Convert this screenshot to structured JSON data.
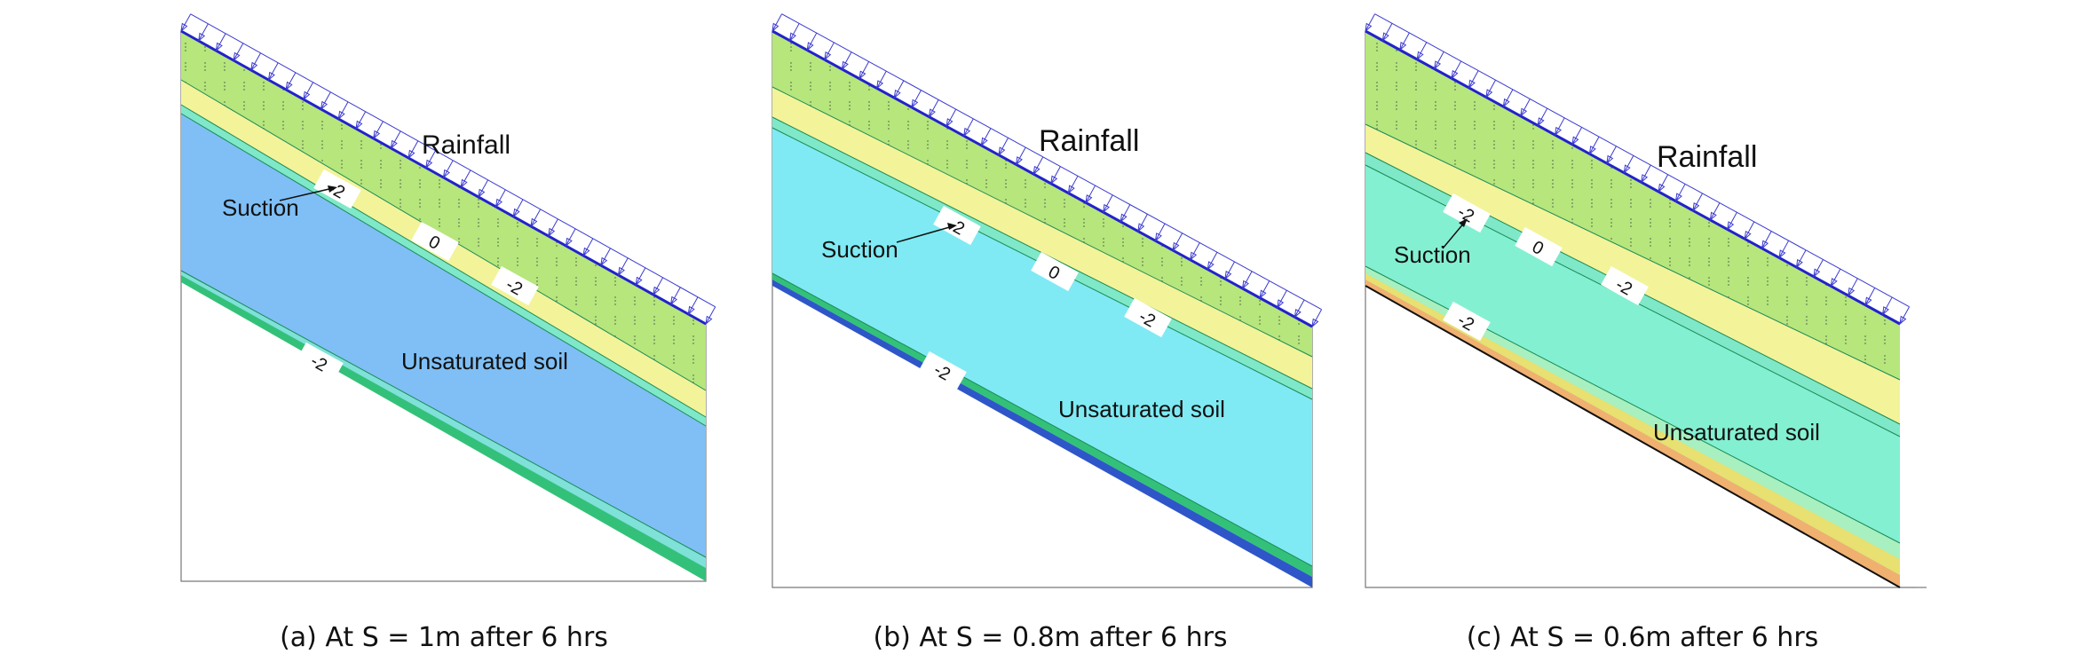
{
  "panels": [
    {
      "id": "a",
      "caption": "(a) At S = 1m after 6 hrs",
      "labels": {
        "rainfall": "Rainfall",
        "suction": "Suction",
        "unsaturated_soil": "Unsaturated soil"
      },
      "contour_labels": [
        "-2",
        "0",
        "-2",
        "-2"
      ]
    },
    {
      "id": "b",
      "caption": "(b) At S = 0.8m after 6 hrs",
      "labels": {
        "rainfall": "Rainfall",
        "suction": "Suction",
        "unsaturated_soil": "Unsaturated soil"
      },
      "contour_labels": [
        "-2",
        "0",
        "-2",
        "-2"
      ]
    },
    {
      "id": "c",
      "caption": "(c) At S = 0.6m after 6 hrs",
      "labels": {
        "rainfall": "Rainfall",
        "suction": "Suction",
        "unsaturated_soil": "Unsaturated soil"
      },
      "contour_labels": [
        "-2",
        "0",
        "-2",
        "-2"
      ]
    }
  ],
  "colors": {
    "green_band": "#b6e67c",
    "yellow_band": "#f3f39a",
    "soil_a": "#7fbff5",
    "soil_b": "#7feaf3",
    "soil_c": "#84f0d2",
    "rain_arrow": "#3a3ad0",
    "contour_line": "#1a8a55"
  }
}
